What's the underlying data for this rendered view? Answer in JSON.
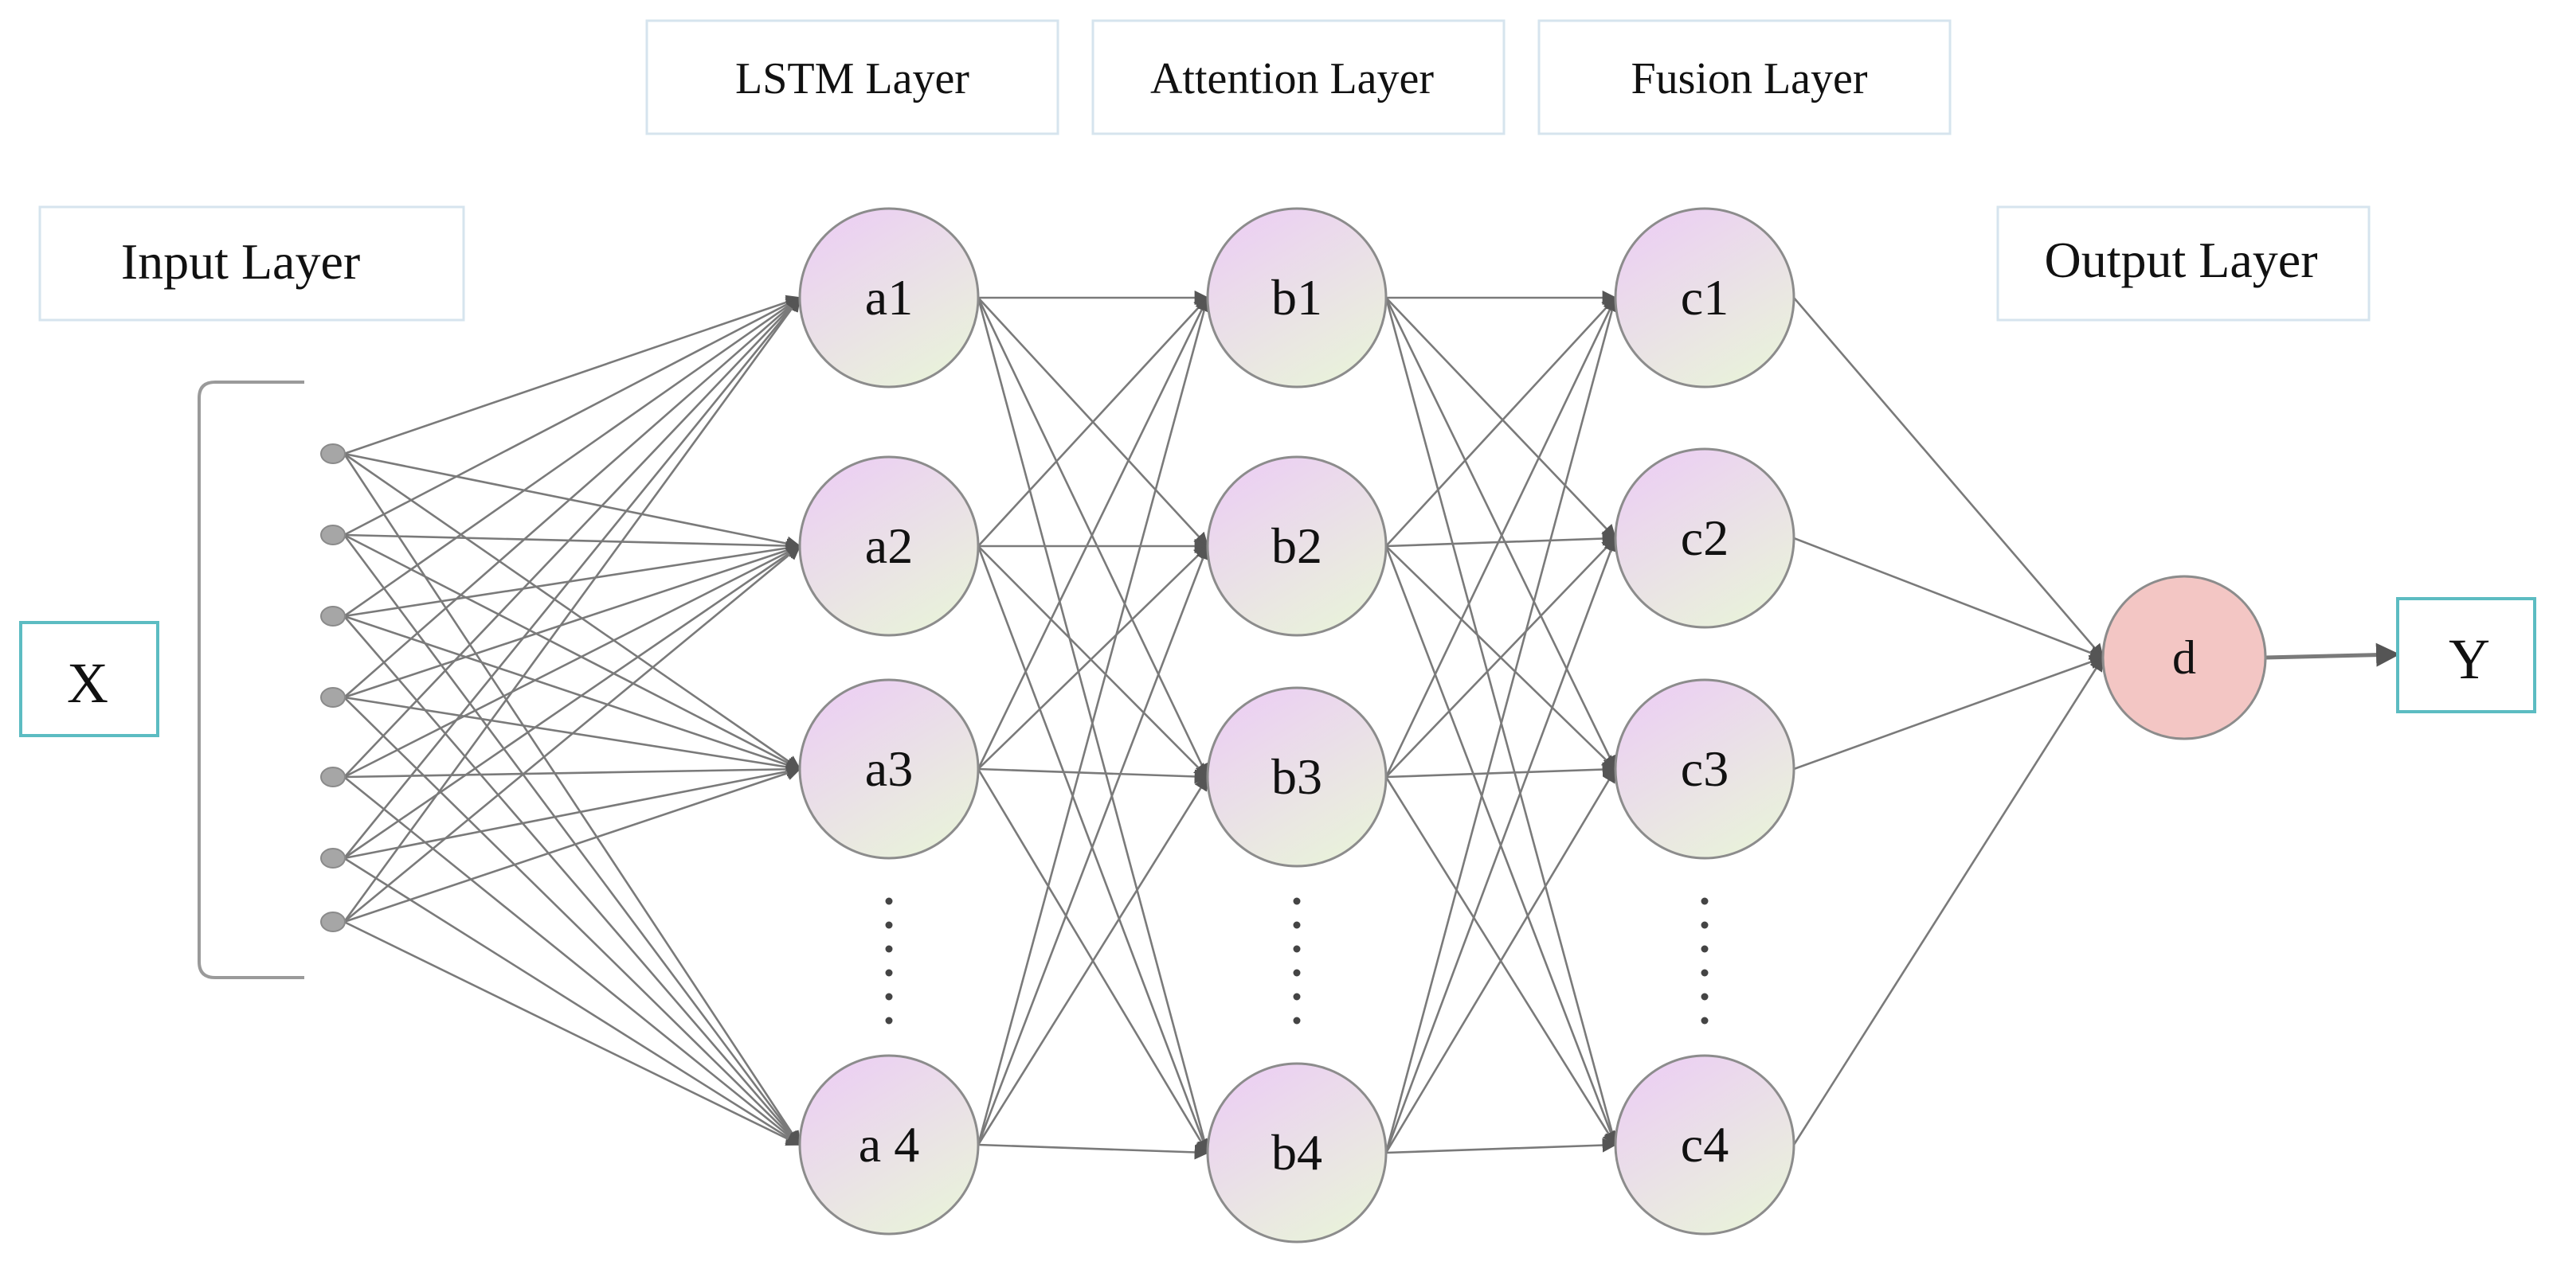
{
  "layer_labels": {
    "lstm": "LSTM Layer",
    "attention": "Attention Layer",
    "fusion": "Fusion Layer",
    "input": "Input Layer",
    "output": "Output Layer"
  },
  "io_labels": {
    "x": "X",
    "y": "Y"
  },
  "nodes": {
    "lstm": [
      "a1",
      "a2",
      "a3",
      "a 4"
    ],
    "attention": [
      "b1",
      "b2",
      "b3",
      "b4"
    ],
    "fusion": [
      "c1",
      "c2",
      "c3",
      "c4"
    ],
    "output": [
      "d"
    ]
  },
  "input_point_count": 7,
  "colors": {
    "hidden_node_top": "#eccbf6",
    "hidden_node_bottom": "#e9f0dc",
    "output_node": "#f3c6c4",
    "io_box_border": "#5cbcc2",
    "label_box_border": "#d6e4ee",
    "edge": "#7a7a7a",
    "input_point": "#a6a6a6"
  }
}
